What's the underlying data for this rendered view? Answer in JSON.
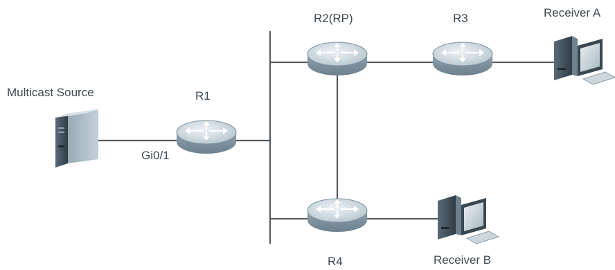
{
  "labels": {
    "source": "Multicast Source",
    "r1": "R1",
    "interface": "Gi0/1",
    "r2": "R2(RP)",
    "r3": "R3",
    "r4": "R4",
    "receiver_a": "Receiver A",
    "receiver_b": "Receiver B"
  },
  "icons": {
    "router": "router-icon",
    "server": "server-icon",
    "pc": "pc-icon"
  },
  "colors": {
    "link": "#555b60",
    "router_body": "#9fb0bb",
    "router_top": "#cfdae1",
    "device_dark": "#34414b",
    "device_light": "#b8c6cf",
    "label": "#404a52"
  }
}
